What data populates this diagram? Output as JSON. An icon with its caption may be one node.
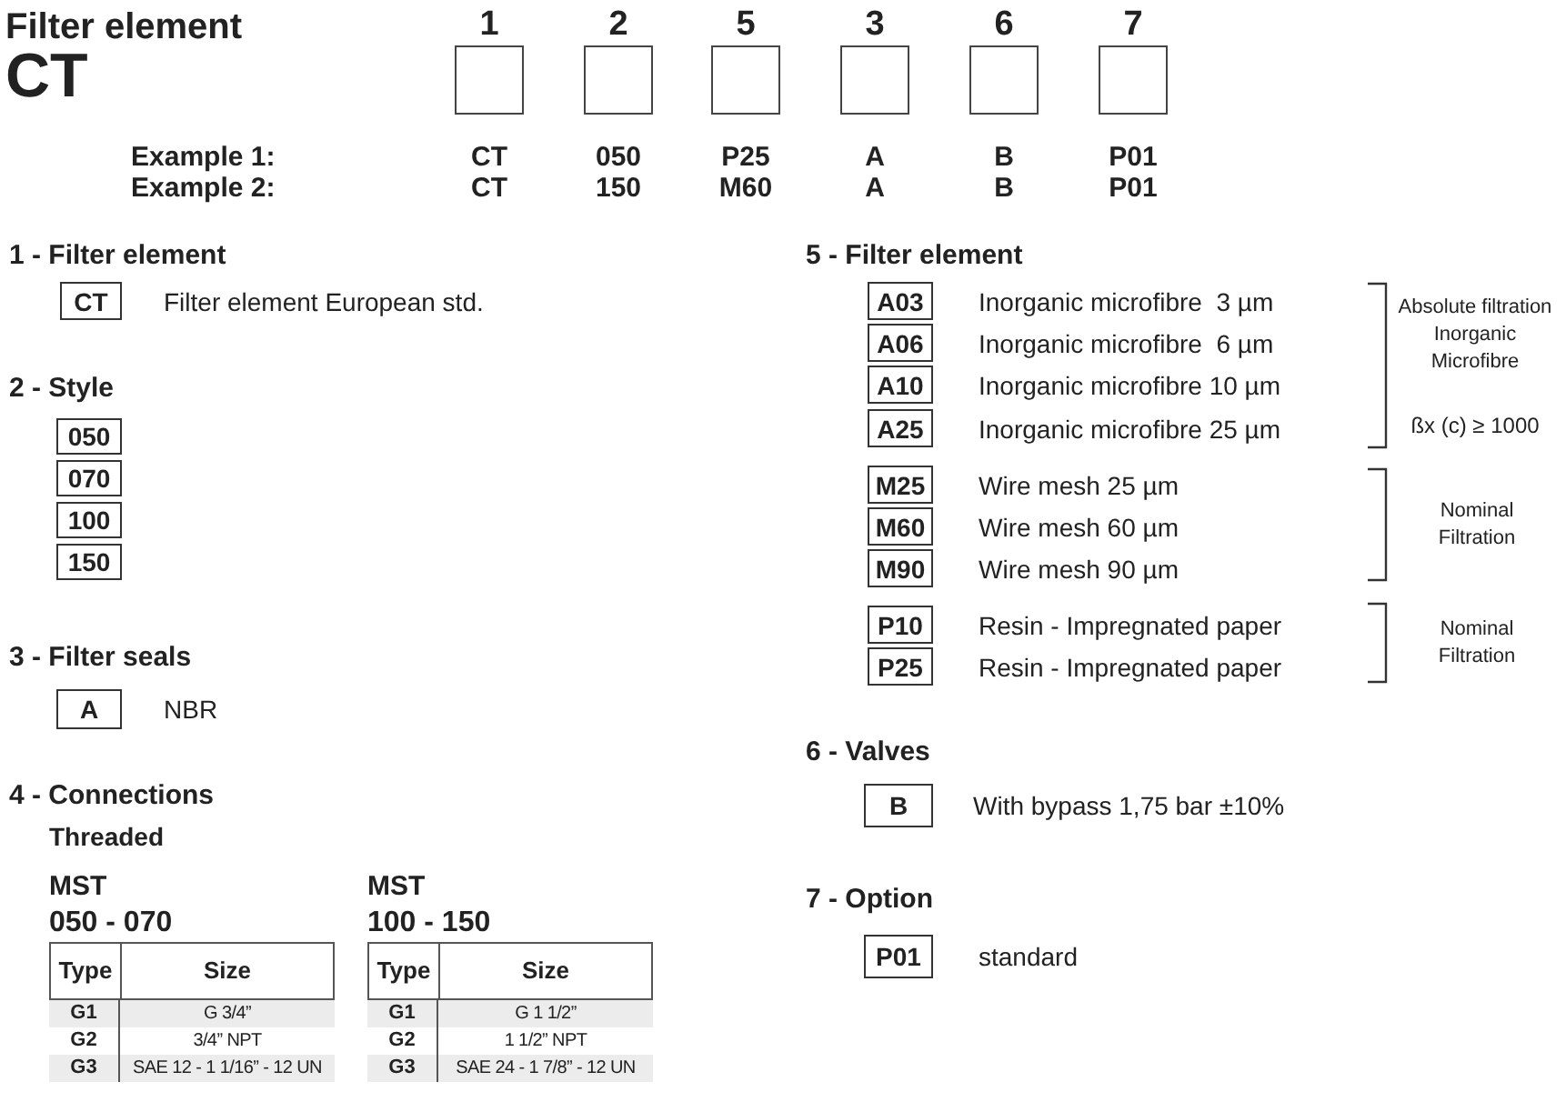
{
  "diagram": {
    "title": "Filter element",
    "nodes": [
      {
        "text": [],
        "shape": "box",
        "beside": [
          "1"
        ]
      },
      {
        "text": [],
        "shape": "box",
        "beside": [
          "2"
        ]
      },
      {
        "text": [],
        "shape": "box",
        "beside": [
          "5"
        ]
      },
      {
        "text": [],
        "shape": "box",
        "beside": [
          "3"
        ]
      },
      {
        "text": [],
        "shape": "box",
        "beside": [
          "6"
        ]
      },
      {
        "text": [],
        "shape": "box",
        "beside": [
          "7"
        ]
      },
      {
        "text": [
          "CT"
        ],
        "beside": [
          "Filter element European std."
        ]
      },
      {
        "text": [
          "050"
        ]
      },
      {
        "text": [
          "070"
        ]
      },
      {
        "text": [
          "100"
        ]
      },
      {
        "text": [
          "150"
        ]
      },
      {
        "text": [
          "A"
        ],
        "beside": [
          "NBR"
        ]
      },
      {
        "text": [
          "A03"
        ],
        "beside": [
          "Inorganic microfibre  3 µm"
        ]
      },
      {
        "text": [
          "A06"
        ],
        "beside": [
          "Inorganic microfibre  6 µm"
        ]
      },
      {
        "text": [
          "A10"
        ],
        "beside": [
          "Inorganic microfibre 10 µm"
        ]
      },
      {
        "text": [
          "A25"
        ],
        "beside": [
          "Inorganic microfibre 25 µm"
        ]
      },
      {
        "text": [
          "M25"
        ],
        "beside": [
          "Wire mesh 25 µm"
        ]
      },
      {
        "text": [
          "M60"
        ],
        "beside": [
          "Wire mesh 60 µm"
        ]
      },
      {
        "text": [
          "M90"
        ],
        "beside": [
          "Wire mesh 90 µm"
        ]
      },
      {
        "text": [
          "P10"
        ],
        "beside": [
          "Resin - Impregnated paper"
        ]
      },
      {
        "text": [
          "P25"
        ],
        "beside": [
          "Resin - Impregnated paper"
        ]
      },
      {
        "text": [
          "B"
        ],
        "beside": [
          "With bypass 1,75 bar ±10%"
        ]
      },
      {
        "text": [
          "P01"
        ],
        "beside": [
          "standard"
        ]
      }
    ],
    "labels": [
      "CT",
      "Example 1:",
      "CT",
      "050",
      "P25",
      "A",
      "B",
      "P01",
      "Example 2:",
      "CT",
      "150",
      "M60",
      "A",
      "B",
      "P01",
      "1 - Filter element",
      "2 - Style",
      "3 - Filter seals",
      "4 - Connections",
      "Threaded",
      "MST",
      "050 - 070",
      "Type",
      "Size",
      "G1",
      "G 3/4”",
      "G2",
      "3/4” NPT",
      "G3",
      "SAE 12 - 1 1/16” - 12 UN",
      "MST",
      "100 - 150",
      "Type",
      "Size",
      "G1",
      "G 1 1/2”",
      "G2",
      "1 1/2” NPT",
      "G3",
      "SAE 24 - 1  7/8” - 12 UN",
      "5 - Filter element",
      "Absolute filtration Inorganic Microfibre",
      "ßx (c) ≥ 1000",
      "Nominal Filtration",
      "Nominal Filtration",
      "6 - Valves",
      "7 - Option"
    ]
  }
}
